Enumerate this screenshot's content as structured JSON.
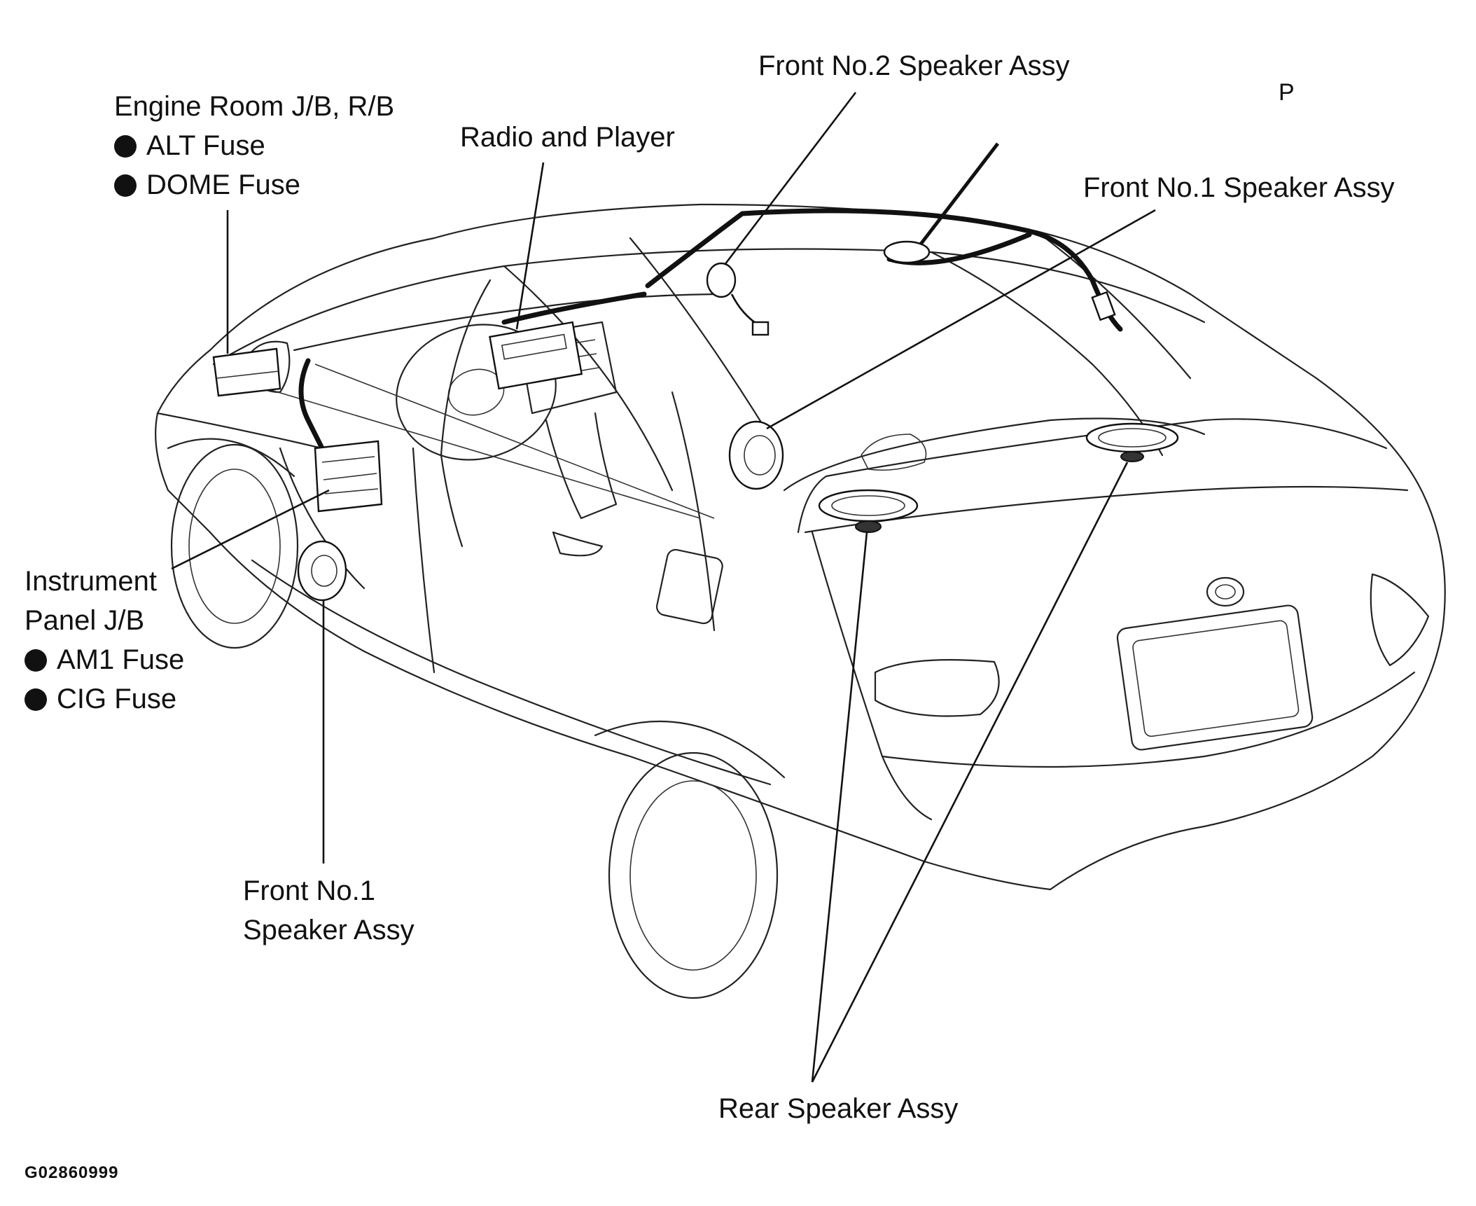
{
  "labels": {
    "engine_room": {
      "title": "Engine Room J/B, R/B",
      "fuses": [
        "ALT Fuse",
        "DOME Fuse"
      ]
    },
    "radio": "Radio and Player",
    "front_no2": "Front No.2 Speaker Assy",
    "front_no1_right": "Front No.1 Speaker Assy",
    "instrument_panel": {
      "title_line1": "Instrument",
      "title_line2": "Panel J/B",
      "fuses": [
        "AM1 Fuse",
        "CIG Fuse"
      ]
    },
    "front_no1_left": {
      "line1": "Front No.1",
      "line2": "Speaker Assy"
    },
    "rear_speaker": "Rear Speaker Assy"
  },
  "corner_mark": "P",
  "figure_code": "G02860999"
}
